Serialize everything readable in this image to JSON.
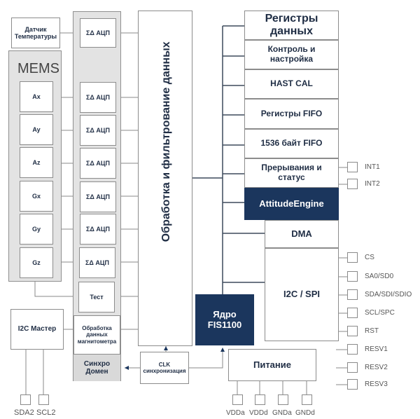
{
  "diagram": {
    "temperature_sensor": "Датчик\nТемпературы",
    "mems": {
      "title": "MEMS",
      "sensors": [
        "Ax",
        "Ay",
        "Az",
        "Gx",
        "Gy",
        "Gz"
      ]
    },
    "adc_label": "ΣΔ АЦП",
    "test_label": "Тест",
    "magnetometer_processing": "Обработка данных магнитометра",
    "sync_domain": "Синхро\nДомен",
    "i2c_master": "I2C Мастер",
    "i2c_master_pins": [
      "SDA2",
      "SCL2"
    ],
    "processing_block": "Обработка и фильтрование данных",
    "clk_sync": "CLK\nсинхронизация",
    "core": "Ядро\nFIS1100",
    "registers": [
      "Регистры данных",
      "Контроль и настройка",
      "HAST CAL",
      "Регистры FIFO",
      "1536 байт FIFO",
      "Прерывания и статус"
    ],
    "attitude_engine": "AttitudeEngine",
    "dma": "DMA",
    "i2c_spi": "I2C / SPI",
    "interrupt_pins": [
      "INT1",
      "INT2"
    ],
    "interface_pins": [
      "CS",
      "SA0/SD0",
      "SDA/SDI/SDIO",
      "SCL/SPC",
      "RST"
    ],
    "reserved_pins": [
      "RESV1",
      "RESV2",
      "RESV3"
    ],
    "power": "Питание",
    "power_pins": [
      "VDDa",
      "VDDd",
      "GNDa",
      "GNDd"
    ],
    "colors": {
      "navy": "#1b365d",
      "grey_panel": "#e3e3e3",
      "text": "#1f2d44"
    }
  }
}
